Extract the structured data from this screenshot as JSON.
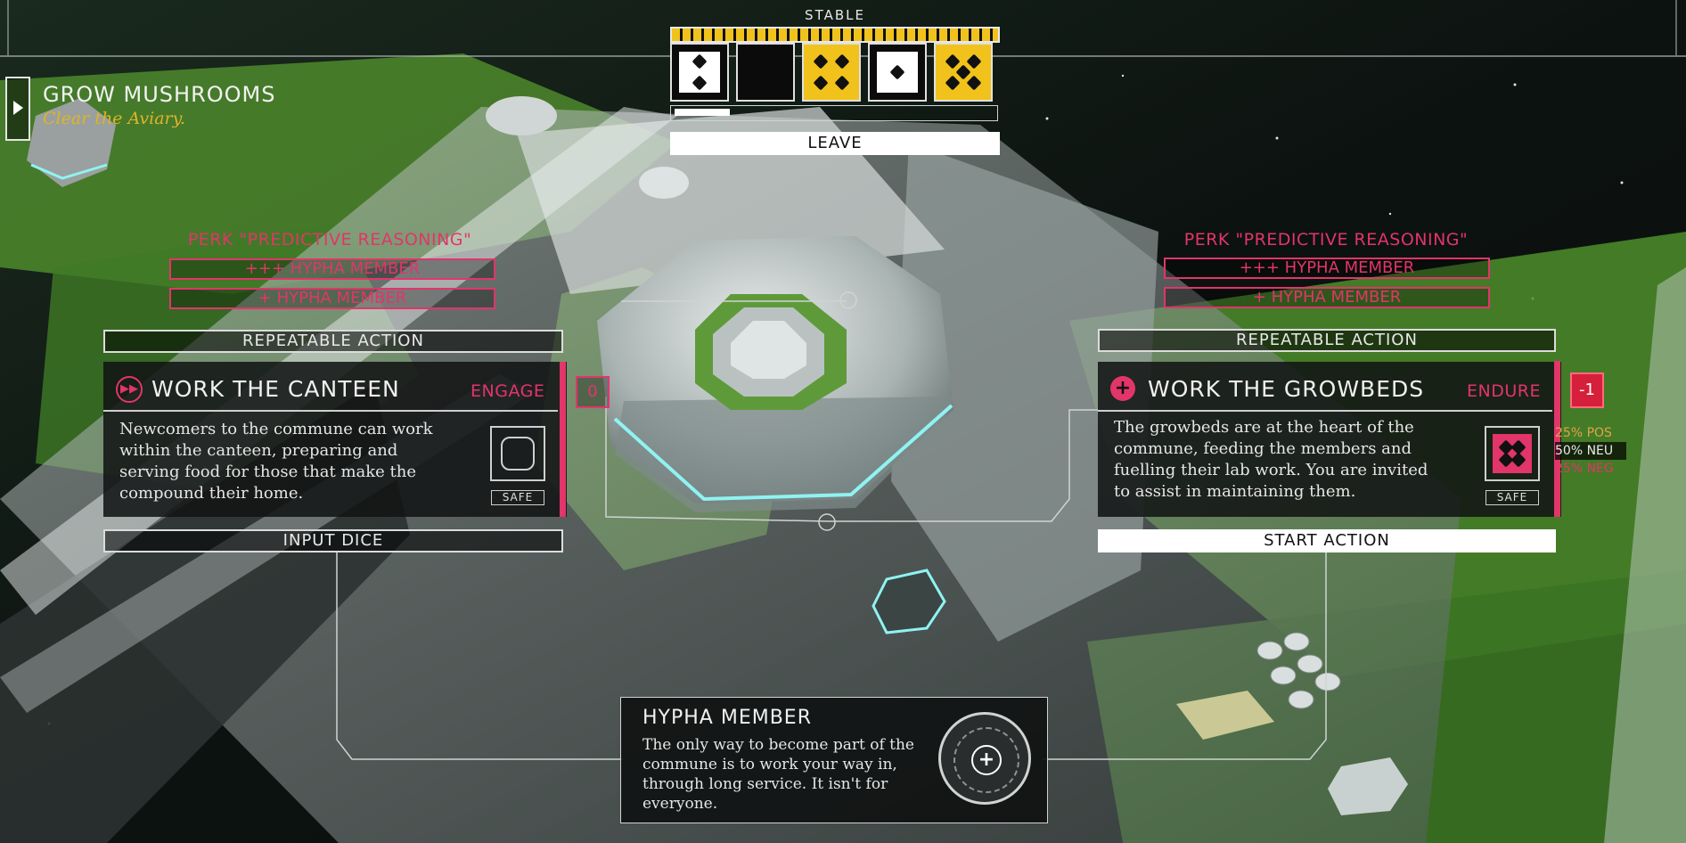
{
  "colors": {
    "accent_pink": "#e2356a",
    "yellow": "#f1c21b",
    "objective_yellow": "#e0b32a",
    "white": "#ffffff"
  },
  "objective": {
    "title": "GROW MUSHROOMS",
    "subtitle": "Clear the Aviary.",
    "expand_icon": "play-triangle-icon"
  },
  "dice_tray": {
    "status": "STABLE",
    "leave_label": "LEAVE",
    "slots": [
      {
        "face": 2,
        "style": "white"
      },
      {
        "face": 0,
        "style": "empty"
      },
      {
        "face": 4,
        "style": "yellow"
      },
      {
        "face": 1,
        "style": "white"
      },
      {
        "face": 5,
        "style": "yellow"
      }
    ]
  },
  "left_action": {
    "perk": "PERK \"PREDICTIVE REASONING\"",
    "bonus_1": "+++ HYPHA MEMBER",
    "bonus_2": "+ HYPHA MEMBER",
    "header": "REPEATABLE ACTION",
    "title": "WORK THE CANTEEN",
    "stat": "ENGAGE",
    "value": "0",
    "body": "Newcomers to the commune can work within the canteen, preparing and serving food for those that make the compound their home.",
    "safe_label": "SAFE",
    "footer": "INPUT DICE",
    "icon": "fast-forward-circle-icon"
  },
  "right_action": {
    "perk": "PERK \"PREDICTIVE REASONING\"",
    "bonus_1": "+++ HYPHA MEMBER",
    "bonus_2": "+ HYPHA MEMBER",
    "header": "REPEATABLE ACTION",
    "title": "WORK THE GROWBEDS",
    "stat": "ENDURE",
    "value": "-1",
    "body": "The growbeds are at the heart of the commune, feeding the members and fuelling their lab work. You are invited to assist in maintaining them.",
    "safe_label": "SAFE",
    "footer": "START ACTION",
    "icon": "plus-circle-icon",
    "odds": {
      "pos": "25% POS",
      "neu": "50% NEU",
      "neg": "25% NEG"
    }
  },
  "tooltip": {
    "title": "HYPHA MEMBER",
    "body": "The only way to become part of the commune is to work your way in, through long service. It isn't for everyone.",
    "icon": "plus-badge-icon"
  }
}
